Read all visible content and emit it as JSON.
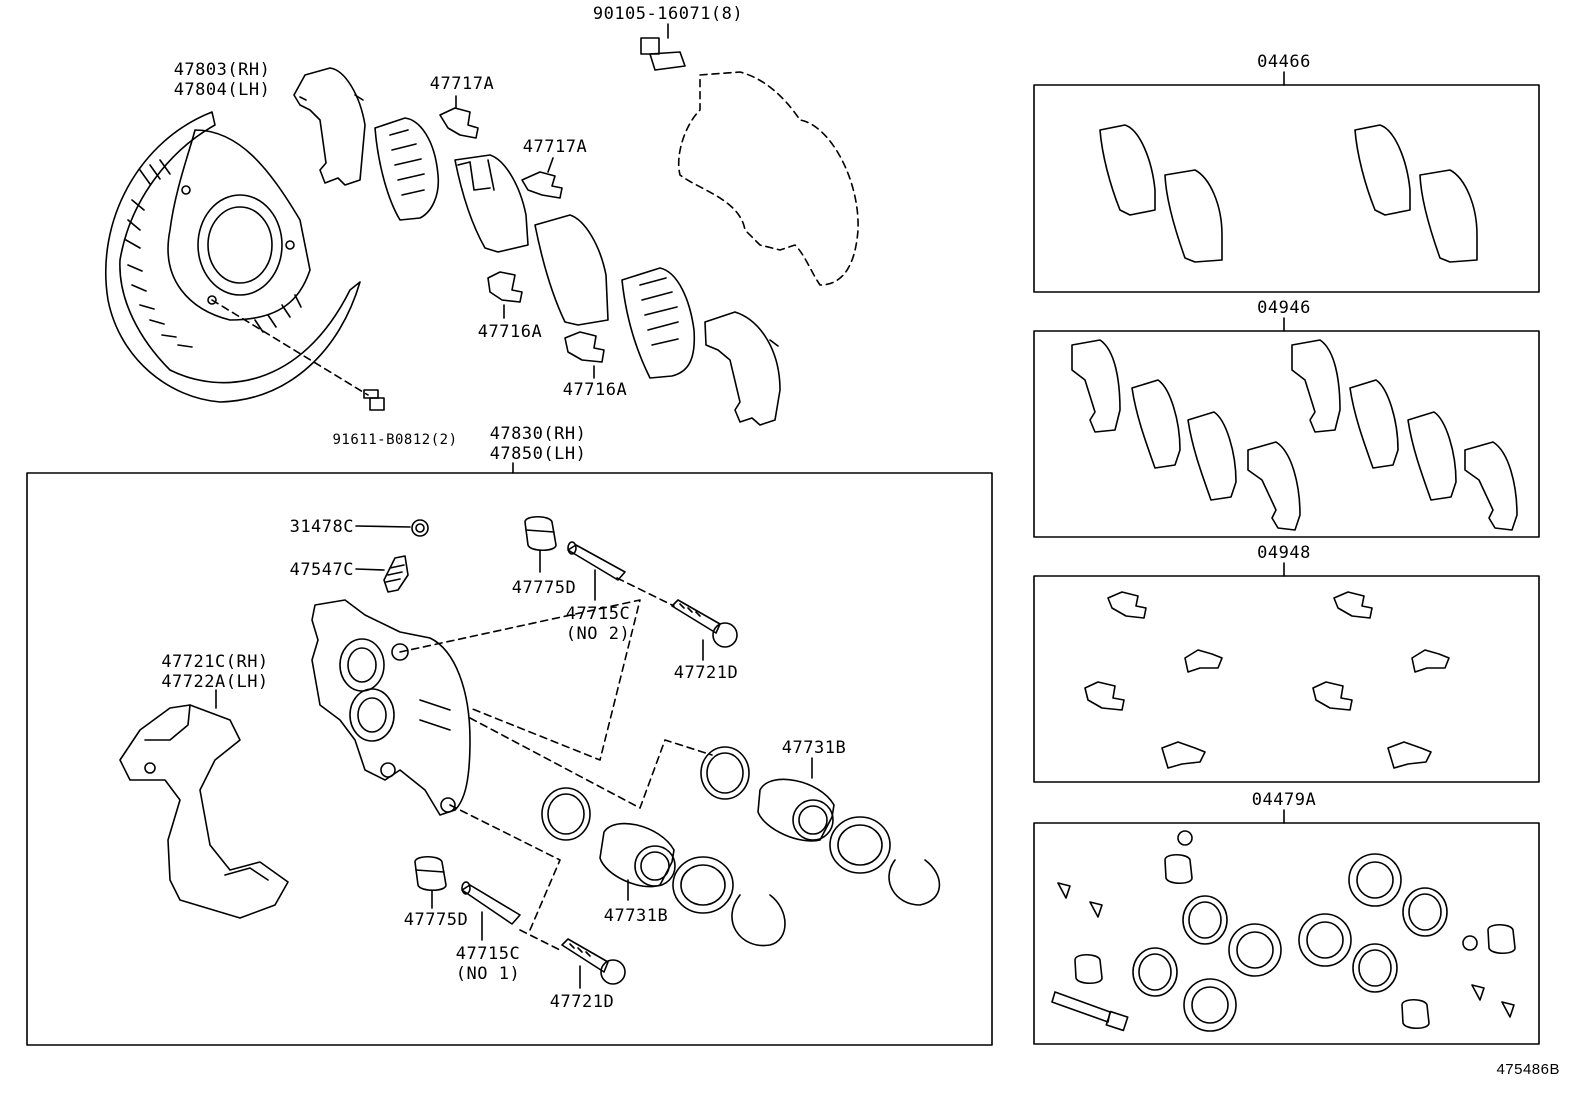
{
  "labels": {
    "bolt_top": "90105-16071(8)",
    "dust_cover_rh": "47803(RH)",
    "dust_cover_lh": "47804(LH)",
    "clip_a1": "47717A",
    "clip_a2": "47717A",
    "clip_b1": "47716A",
    "clip_b2": "47716A",
    "bolt_cover": "91611-B0812(2)",
    "caliper_rh": "47830(RH)",
    "caliper_lh": "47850(LH)",
    "cap": "31478C",
    "bleeder": "47547C",
    "boot_1": "47775D",
    "pin_2": "47715C",
    "pin_2_note": "(NO 2)",
    "bolt_d1": "47721D",
    "mount_rh": "47721C(RH)",
    "mount_lh": "47722A(LH)",
    "piston_1": "47731B",
    "piston_2": "47731B",
    "boot_2": "47775D",
    "pin_1": "47715C",
    "pin_1_note": "(NO 1)",
    "bolt_d2": "47721D",
    "kit_pads": "04466",
    "kit_shims": "04946",
    "kit_clips": "04948",
    "kit_seals": "04479A",
    "ref_code": "475486B"
  },
  "colors": {
    "line": "#000000",
    "background": "#ffffff"
  }
}
